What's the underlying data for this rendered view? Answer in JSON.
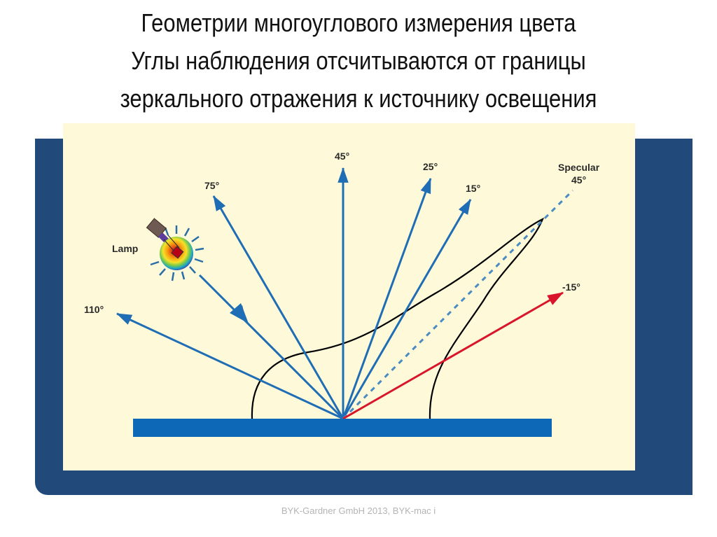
{
  "slide": {
    "title_lines": [
      "Геометрии многоуглового измерения цвета",
      "Углы наблюдения отсчитываются от границы",
      "зеркального отражения к источнику освещения"
    ],
    "footer": "BYK-Gardner GmbH 2013, BYK-mac i"
  },
  "diagram": {
    "lamp_label": "Lamp",
    "specular_label": "Specular",
    "specular_angle": "45°",
    "angles": {
      "a110": "110°",
      "a75": "75°",
      "a45": "45°",
      "a25": "25°",
      "a15": "15°",
      "am15": "-15°"
    },
    "colors": {
      "frame": "#214a7b",
      "panel": "#fef9d8",
      "ray_blue": "#1f6db5",
      "ray_red": "#d9152b",
      "surface": "#0d68b8",
      "lobe": "#000000"
    }
  }
}
